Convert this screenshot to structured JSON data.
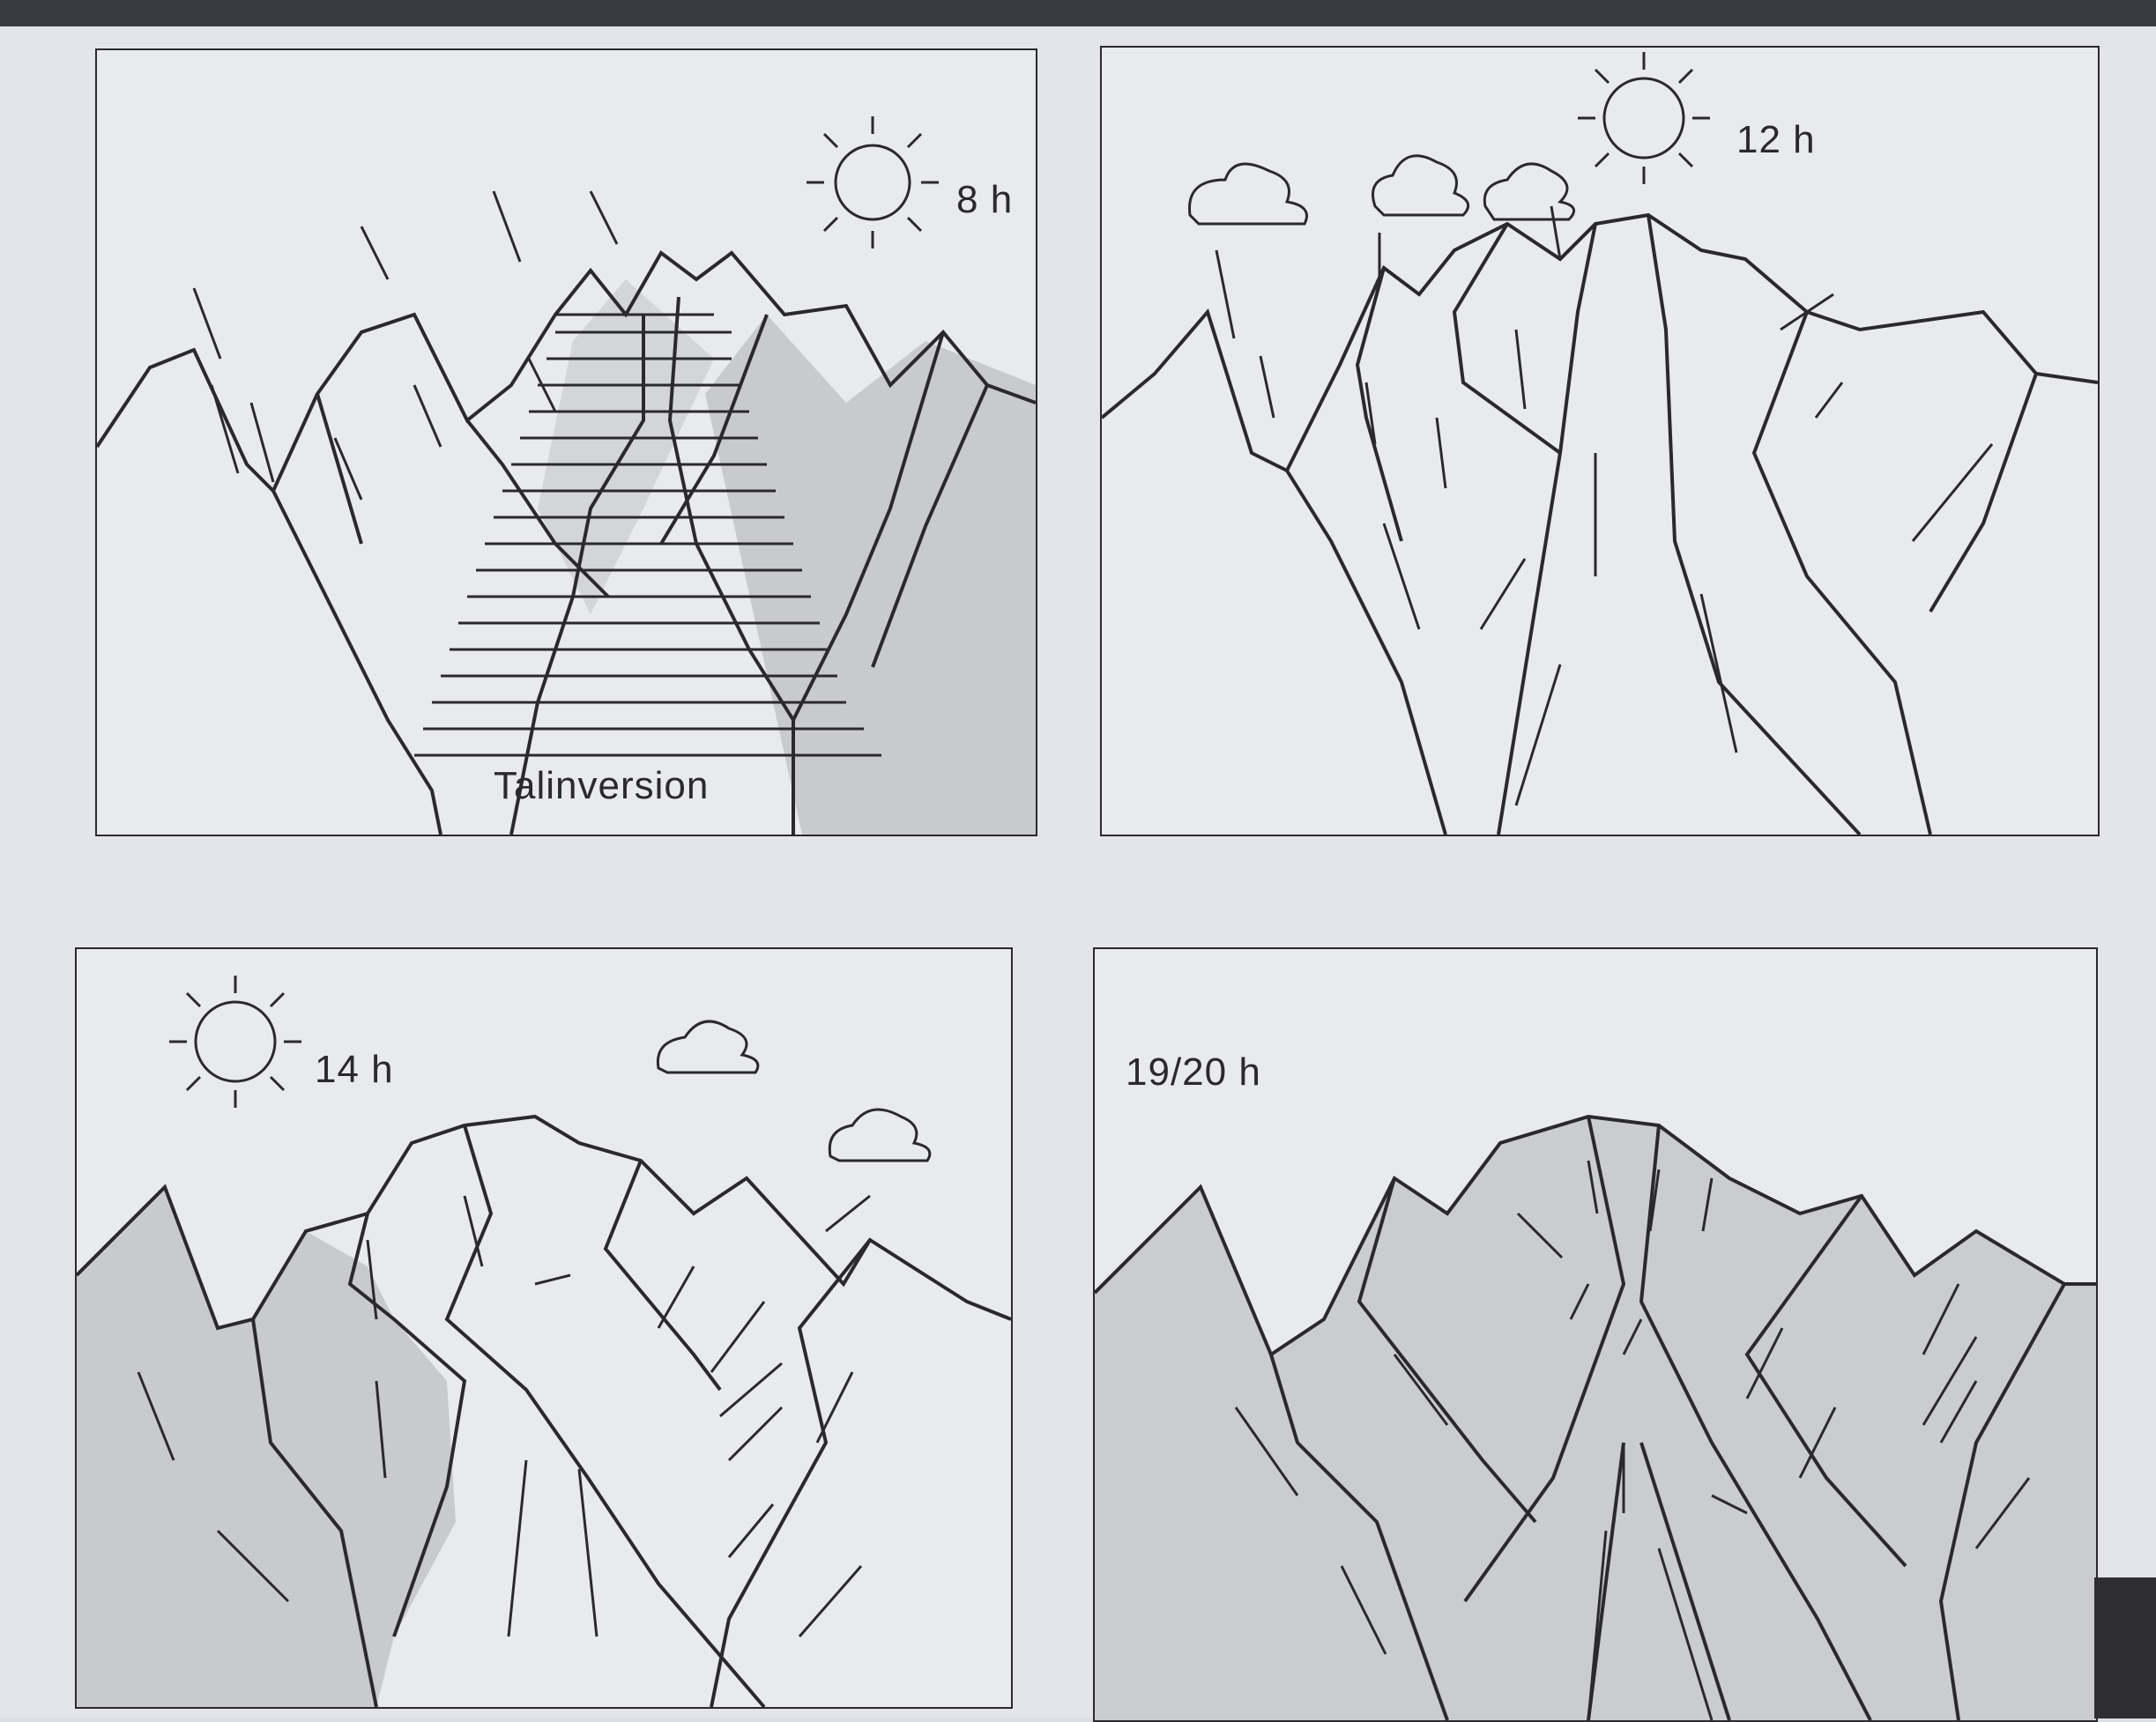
{
  "panels": [
    {
      "time": "8 h",
      "caption": "Talinversion"
    },
    {
      "time": "12 h"
    },
    {
      "time": "14 h"
    },
    {
      "time": "19/20 h"
    }
  ],
  "colors": {
    "line": "#2a2a2e",
    "shaded": "#c9cace",
    "paper": "#e9eaee"
  },
  "icons": [
    "sun-icon",
    "cloud-icon",
    "arrow-icon"
  ]
}
